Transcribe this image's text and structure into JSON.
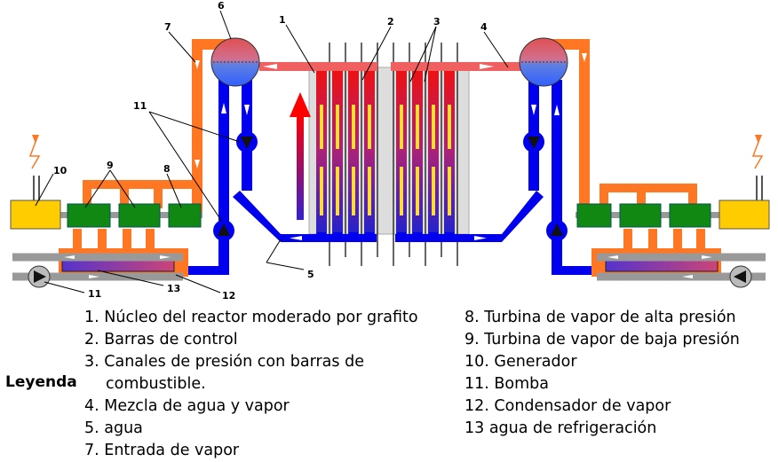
{
  "callouts": [
    "1",
    "2",
    "3",
    "4",
    "5",
    "6",
    "7",
    "8",
    "9",
    "10",
    "11",
    "12",
    "13"
  ],
  "legend": {
    "title": "Leyenda",
    "col1": [
      "1. Núcleo del reactor moderado por grafito",
      "2. Barras de control",
      "3. Canales de presión con barras de",
      "combustible.",
      "4. Mezcla de agua y vapor",
      "5. agua",
      "7. Entrada de vapor"
    ],
    "col2": [
      "8. Turbina de vapor de alta presión",
      "9. Turbina de vapor de baja presión",
      "10. Generador",
      "11. Bomba",
      "12. Condensador de vapor",
      "13 agua de refrigeración"
    ]
  },
  "colors": {
    "water": "#0000ee",
    "steam": "#ff7722",
    "mix": "#f06060",
    "turbine": "#118811",
    "generator": "#ffcc00",
    "cooling": "#999999",
    "condenser": "#8844bb"
  }
}
